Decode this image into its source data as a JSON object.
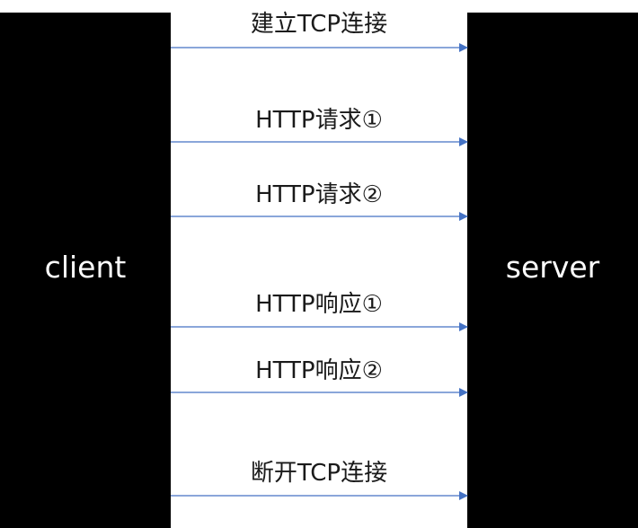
{
  "diagram": {
    "client_label": "client",
    "server_label": "server",
    "messages": [
      {
        "label": "建立TCP连接",
        "direction": "client-to-server"
      },
      {
        "label": "HTTP请求①",
        "direction": "client-to-server"
      },
      {
        "label": "HTTP请求②",
        "direction": "client-to-server"
      },
      {
        "label": "HTTP响应①",
        "direction": "client-to-server"
      },
      {
        "label": "HTTP响应②",
        "direction": "client-to-server"
      },
      {
        "label": "断开TCP连接",
        "direction": "client-to-server"
      }
    ],
    "colors": {
      "arrow": "#4472c4",
      "column": "#000000",
      "column_text": "#ffffff",
      "message_text": "#1a1a1a"
    }
  }
}
